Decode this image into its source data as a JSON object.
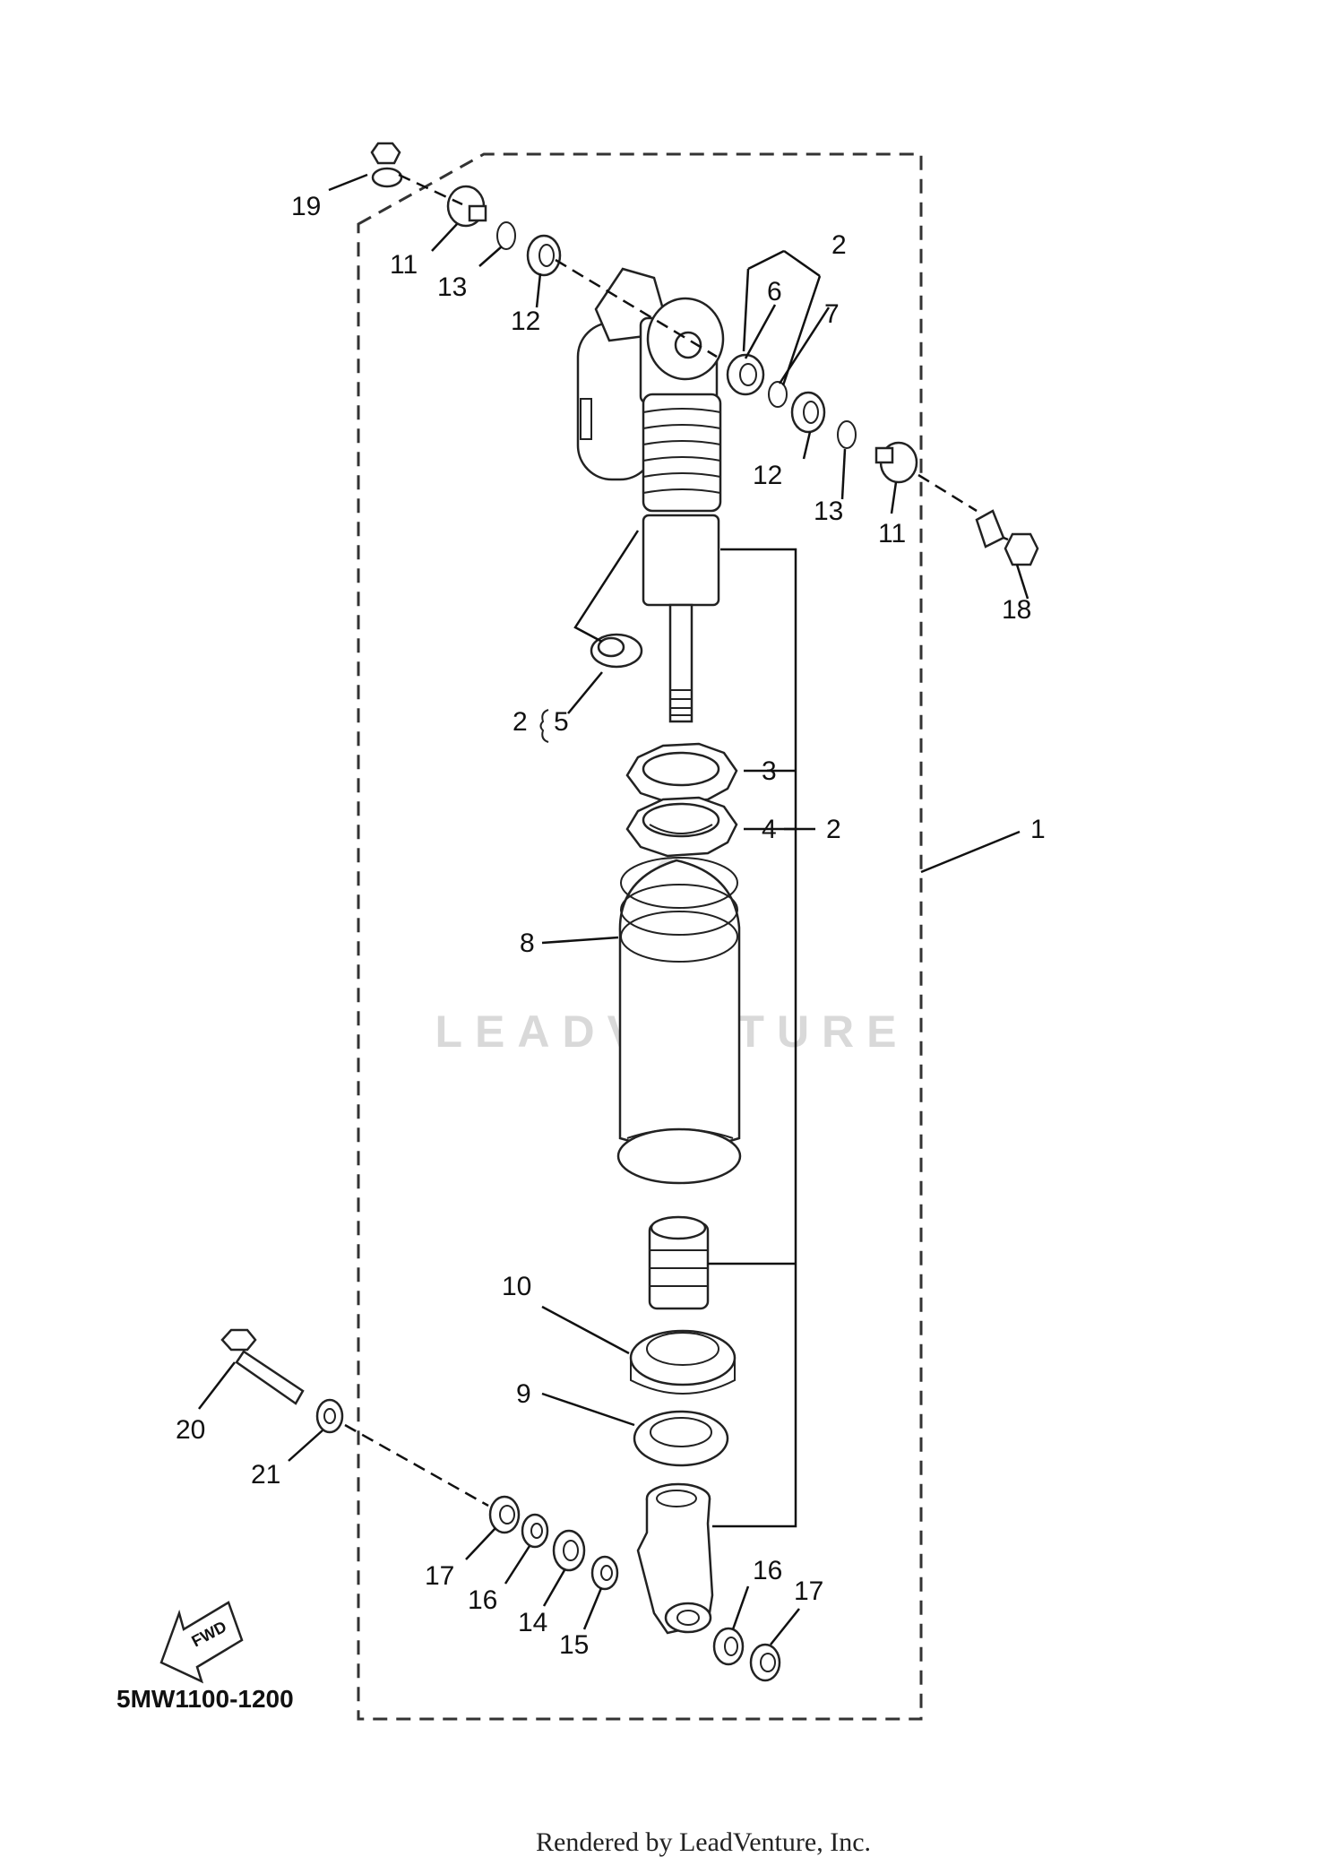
{
  "diagram": {
    "watermark": "LEADVENTURE",
    "fwd_label": "FWD",
    "diagram_code": "5MW1100-1200",
    "footer": "Rendered by LeadVenture, Inc.",
    "labels": {
      "l1": "1",
      "l2a": "2",
      "l6": "6",
      "l7": "7",
      "l2b": "2",
      "l5": "5",
      "l3": "3",
      "l4": "4",
      "l2c": "2",
      "l8": "8",
      "l9": "9",
      "l10": "10",
      "l11a": "11",
      "l11b": "11",
      "l12a": "12",
      "l12b": "12",
      "l13a": "13",
      "l13b": "13",
      "l14": "14",
      "l15": "15",
      "l16a": "16",
      "l16b": "16",
      "l17a": "17",
      "l17b": "17",
      "l18": "18",
      "l19": "19",
      "l20": "20",
      "l21": "21"
    }
  }
}
